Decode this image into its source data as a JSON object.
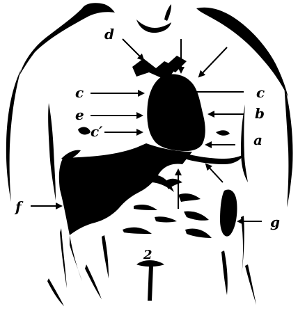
{
  "colors": {
    "ink": "#000000",
    "paper": "#ffffff"
  },
  "labels": {
    "d": "d",
    "c_left": "c",
    "c_right": "c",
    "e": "e",
    "b": "b",
    "c_prime": "c′",
    "a": "a",
    "f": "f",
    "g": "g",
    "navel_mark": "2"
  }
}
